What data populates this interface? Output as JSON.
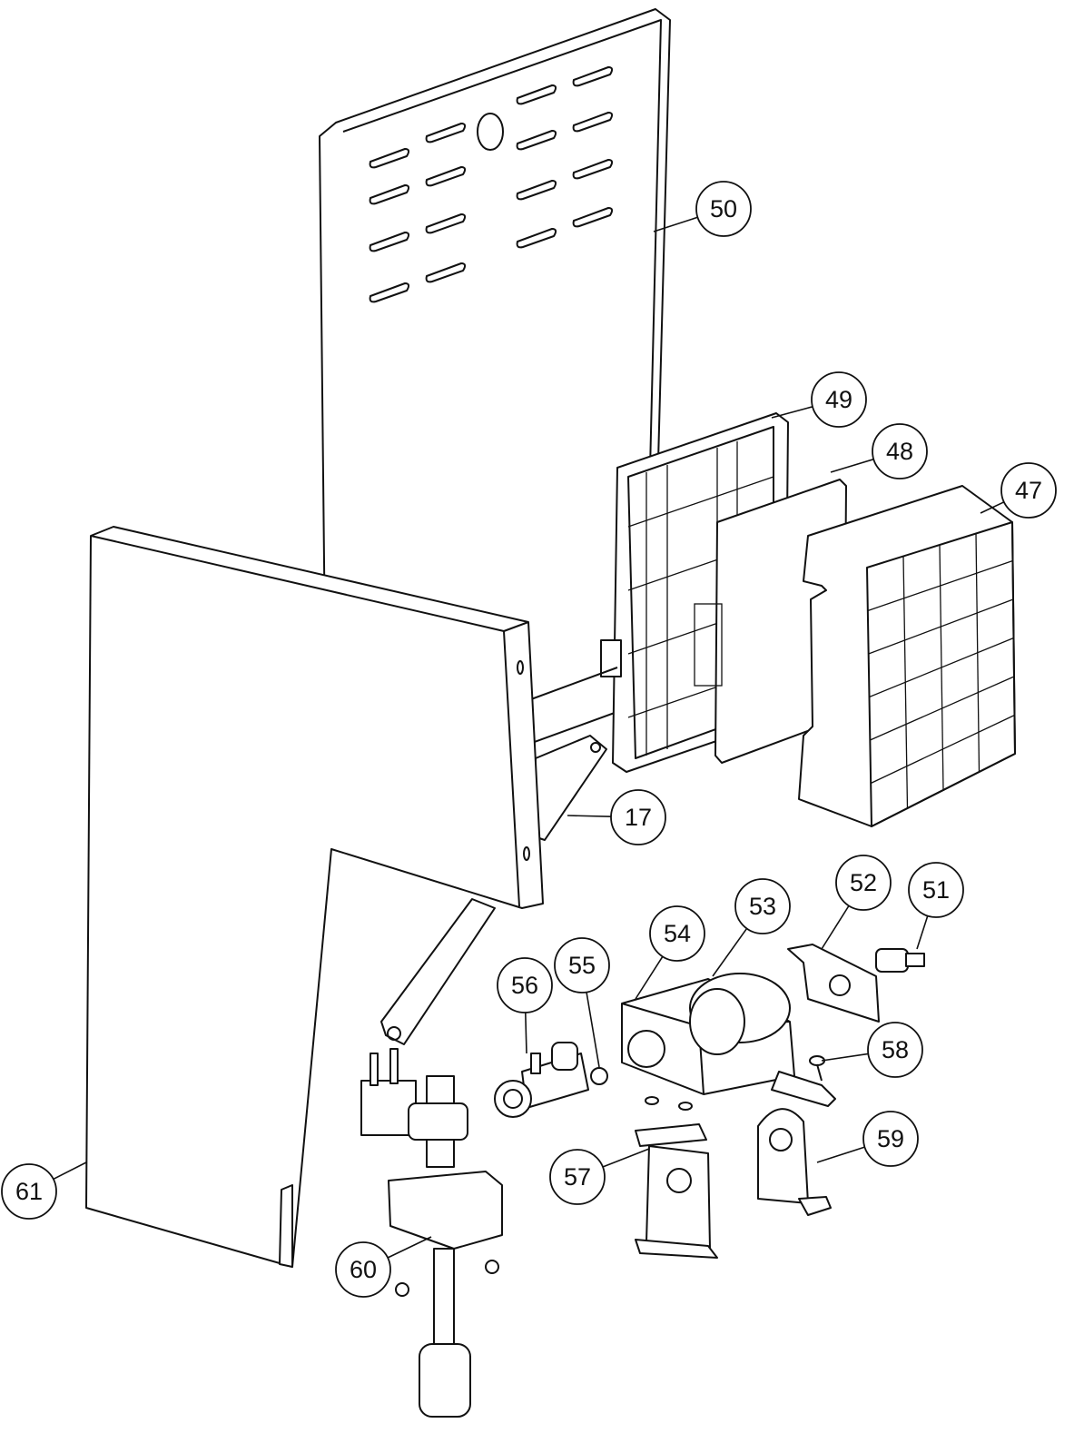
{
  "diagram": {
    "type": "exploded-parts-view",
    "callouts": [
      "50",
      "49",
      "48",
      "47",
      "17",
      "52",
      "51",
      "53",
      "54",
      "56",
      "55",
      "58",
      "59",
      "57",
      "61",
      "60"
    ]
  }
}
